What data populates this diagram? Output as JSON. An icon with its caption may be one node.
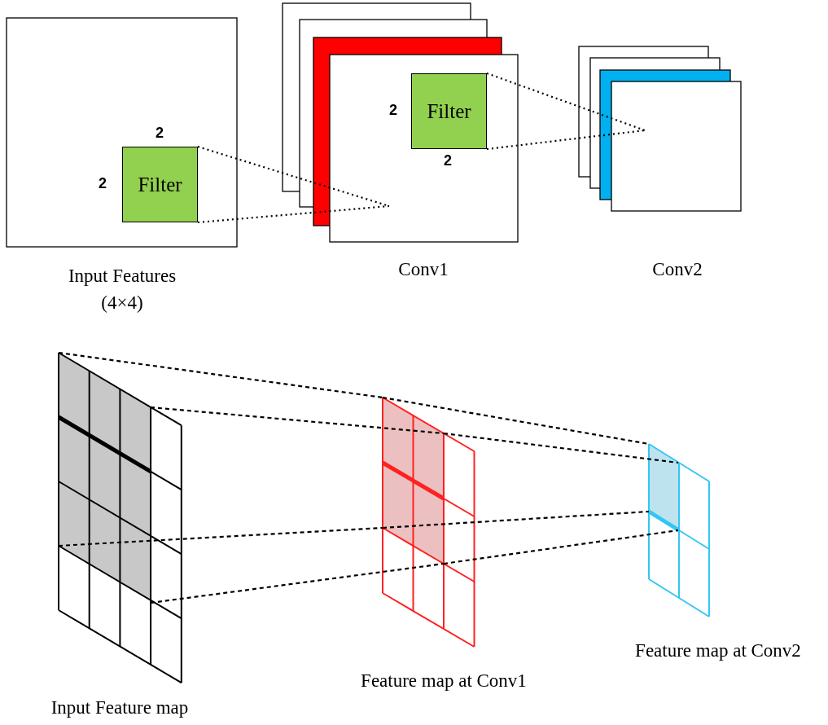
{
  "diagram": {
    "nodes": [
      {
        "text": [
          "Input Features (4×4)"
        ]
      },
      {
        "text": [
          "Filter"
        ],
        "in": 0,
        "beside": [
          "2",
          "2"
        ]
      },
      {
        "text": [
          "Conv1"
        ]
      },
      {
        "text": [
          "Filter"
        ],
        "in": 2,
        "beside": [
          "2",
          "2"
        ]
      },
      {
        "text": [
          "Conv2"
        ]
      },
      {
        "text": [
          "Input Feature map"
        ]
      },
      {
        "text": [
          "Feature map at Conv1"
        ]
      },
      {
        "text": [
          "Feature map at Conv2"
        ]
      }
    ],
    "edges": [
      {
        "from": 1,
        "to": 2,
        "arrow": "none",
        "style": "dashed"
      },
      {
        "from": 1,
        "to": 2,
        "arrow": "none",
        "style": "dashed"
      },
      {
        "from": 3,
        "to": 4,
        "arrow": "none",
        "style": "dashed"
      },
      {
        "from": 3,
        "to": 4,
        "arrow": "none",
        "style": "dashed"
      },
      {
        "from": 5,
        "to": 6,
        "arrow": "none",
        "style": "dashed"
      },
      {
        "from": 5,
        "to": 6,
        "arrow": "none",
        "style": "dashed"
      },
      {
        "from": 5,
        "to": 6,
        "arrow": "none",
        "style": "dashed"
      },
      {
        "from": 5,
        "to": 6,
        "arrow": "none",
        "style": "dashed"
      },
      {
        "from": 6,
        "to": 7,
        "arrow": "none",
        "style": "dashed"
      },
      {
        "from": 6,
        "to": 7,
        "arrow": "none",
        "style": "dashed"
      },
      {
        "from": 6,
        "to": 7,
        "arrow": "none",
        "style": "dashed"
      },
      {
        "from": 6,
        "to": 7,
        "arrow": "none",
        "style": "dashed"
      }
    ]
  }
}
